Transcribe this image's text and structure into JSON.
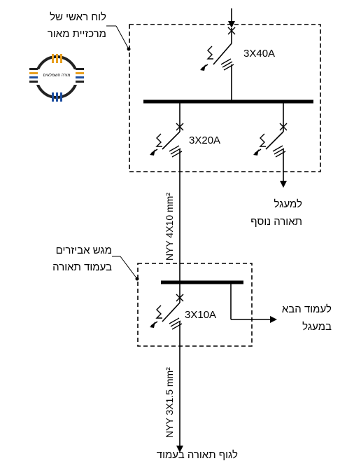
{
  "labels": {
    "main_panel_line1": "לוח ראשי של",
    "main_panel_line2": "מרכזיית מאור",
    "accessory_tray_line1": "מגש אביזרים",
    "accessory_tray_line2": "בעמוד תאורה",
    "to_circuit_line1": "למעגל",
    "to_circuit_line2": "תאורה נוסף",
    "next_pole_line1": "לעמוד הבא",
    "next_pole_line2": "במעגל",
    "to_luminaire": "לגוף תאורה בעמוד"
  },
  "ratings": {
    "main_breaker": "3X40A",
    "branch_breaker": "3X20A",
    "pole_breaker": "3X10A"
  },
  "cables": {
    "feeder_cable": "NYY 4X10 mm²",
    "pole_cable": "NYY 3X1.5 mm²"
  },
  "logo": {
    "caption": "מורה חשמלאים",
    "colors": {
      "orange": "#e8a020",
      "blue": "#1e4fa0",
      "dark": "#222222"
    }
  }
}
